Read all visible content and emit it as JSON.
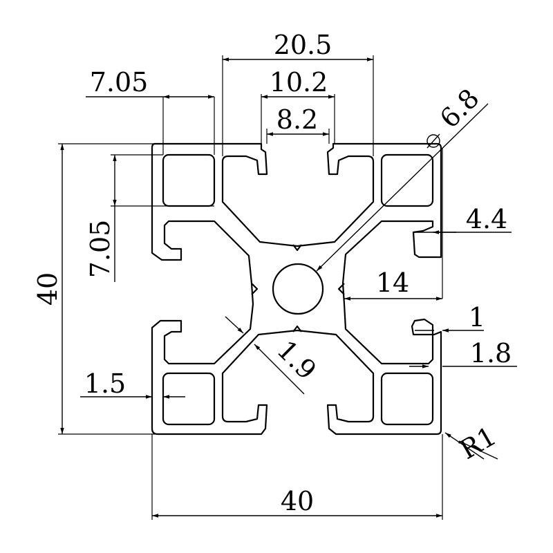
{
  "drawing": {
    "subject": "aluminum-extrusion-profile-40x40",
    "colors": {
      "line": "#000000",
      "background": "#ffffff"
    }
  },
  "dimensions": {
    "width_bottom": "40",
    "height_left": "40",
    "slot_outer": "20.5",
    "slot_inner": "10.2",
    "slot_opening": "8.2",
    "corner_cavity_w": "7.05",
    "corner_cavity_h": "7.05",
    "center_hole": "6.8",
    "slot_depth_side": "4.4",
    "slot_to_center": "14",
    "lip_thickness": "1",
    "lip_depth": "1.8",
    "wall_thickness": "1.5",
    "web_thickness": "1.9",
    "corner_radius": "R1"
  }
}
